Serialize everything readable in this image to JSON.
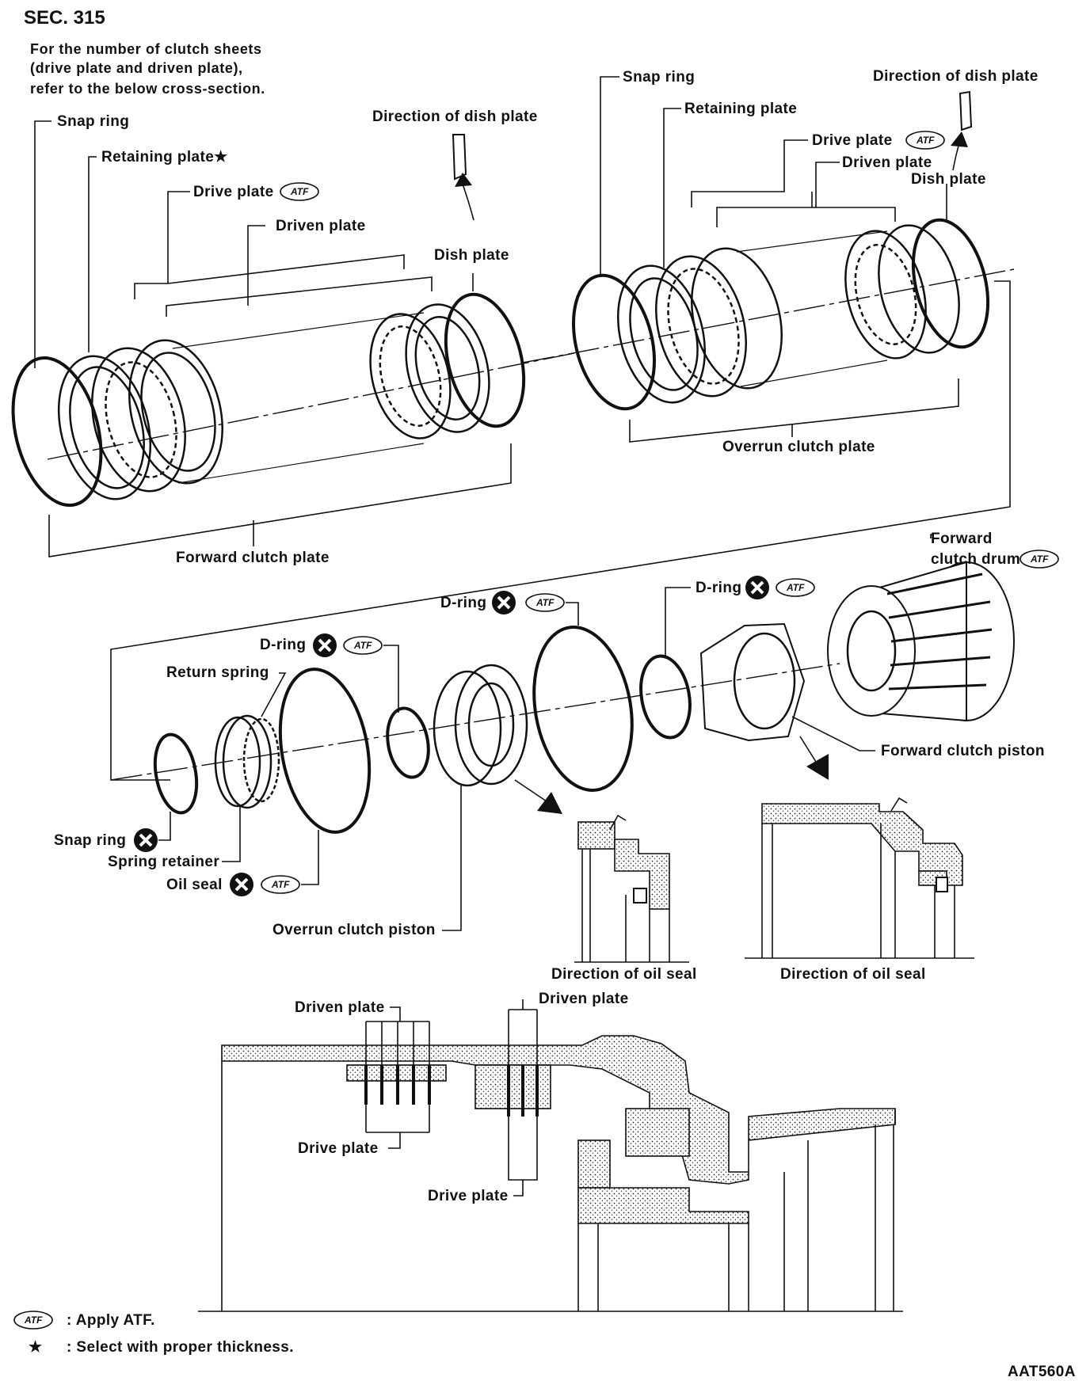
{
  "header": {
    "section": "SEC. 315",
    "note_lines": [
      "For the number of clutch sheets",
      "(drive plate and driven plate),",
      "refer to the below cross-section."
    ]
  },
  "forward_clutch_group": {
    "snap_ring": "Snap ring",
    "retaining_plate": "Retaining plate★",
    "drive_plate": "Drive plate",
    "driven_plate": "Driven plate",
    "dish_plate": "Dish plate",
    "direction_of_dish_plate": "Direction of dish plate",
    "group_label": "Forward clutch plate"
  },
  "overrun_clutch_group": {
    "snap_ring": "Snap ring",
    "retaining_plate": "Retaining plate",
    "drive_plate": "Drive plate",
    "driven_plate": "Driven plate",
    "dish_plate": "Dish plate",
    "direction_of_dish_plate": "Direction of dish plate",
    "group_label": "Overrun clutch plate"
  },
  "piston_group": {
    "forward_clutch_drum_line1": "Forward",
    "forward_clutch_drum_line2": "clutch drum",
    "d_ring_1": "D-ring",
    "d_ring_2": "D-ring",
    "d_ring_3": "D-ring",
    "return_spring": "Return spring",
    "forward_clutch_piston": "Forward clutch piston",
    "snap_ring": "Snap ring",
    "spring_retainer": "Spring retainer",
    "oil_seal": "Oil seal",
    "overrun_clutch_piston": "Overrun clutch piston",
    "direction_of_oil_seal_1": "Direction of oil seal",
    "direction_of_oil_seal_2": "Direction of oil seal"
  },
  "cross_section": {
    "driven_plate_left": "Driven plate",
    "driven_plate_right": "Driven plate",
    "drive_plate_left": "Drive plate",
    "drive_plate_right": "Drive plate"
  },
  "legend": {
    "atf_symbol": "ATF",
    "atf_text": ": Apply ATF.",
    "star_symbol": "★",
    "star_text": ": Select with proper thickness."
  },
  "figure_id": "AAT560A"
}
